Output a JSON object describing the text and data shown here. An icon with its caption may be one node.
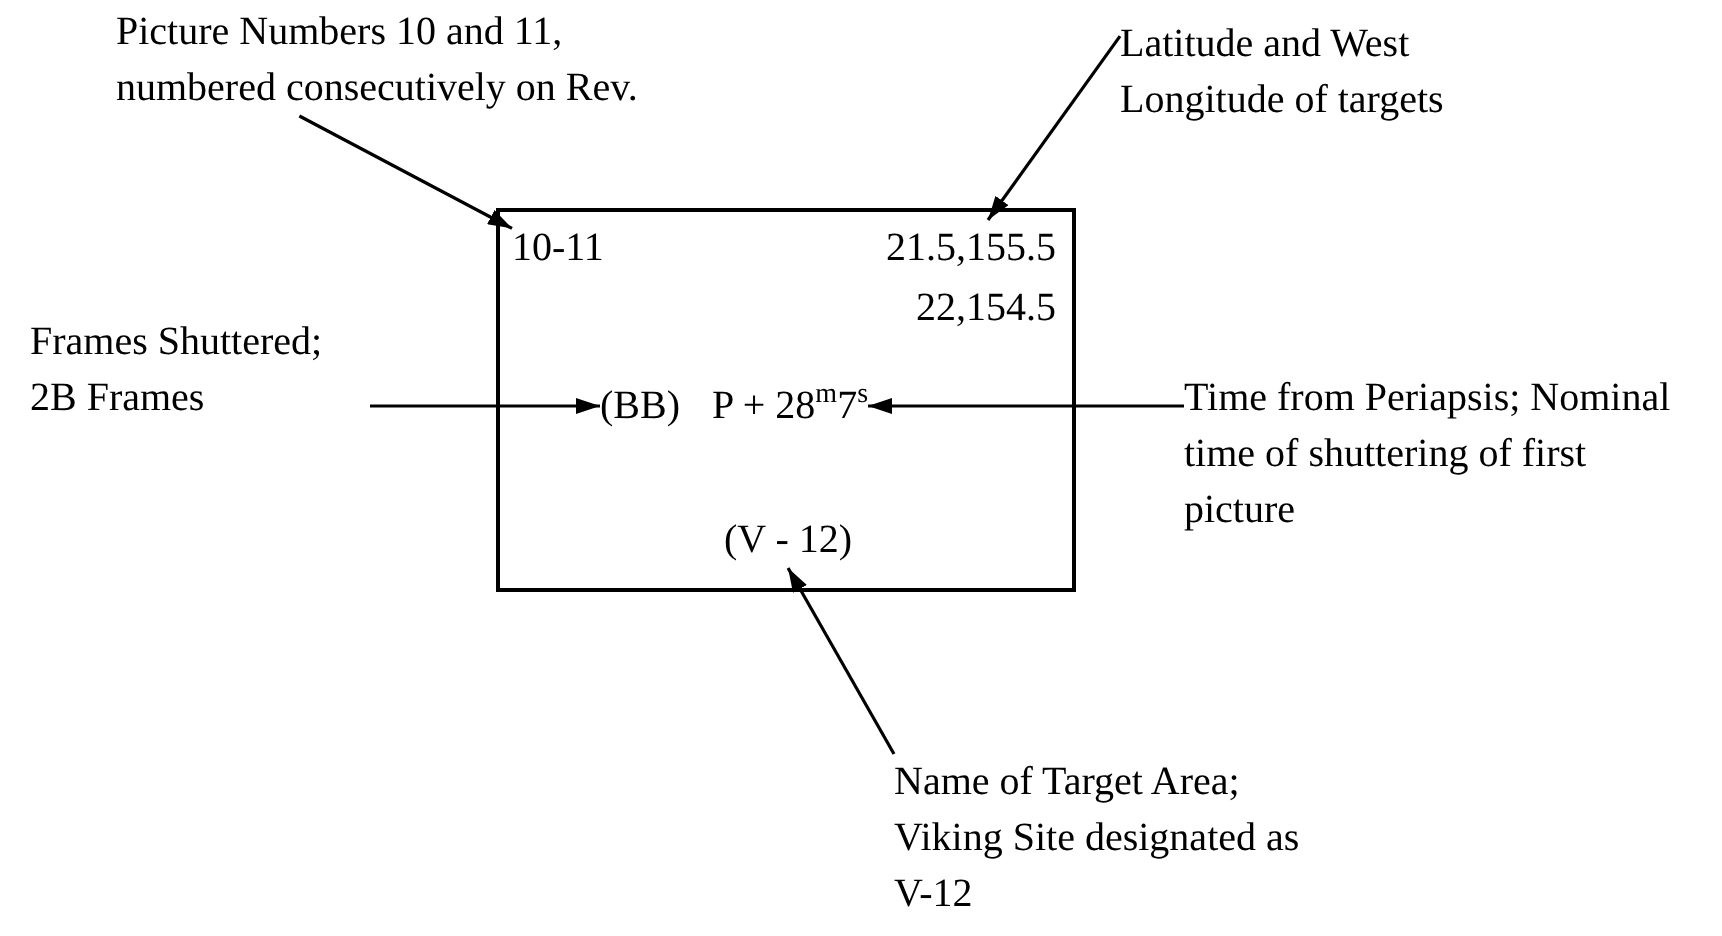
{
  "diagram": {
    "nodes": [
      {
        "text": [
          "Picture Numbers 10 and 11, numbered consecutively on Rev."
        ]
      },
      {
        "text": [
          "Latitude and West Longitude of targets"
        ]
      },
      {
        "text": [],
        "shape": "box"
      },
      {
        "text": [
          "10-11"
        ],
        "in": 2
      },
      {
        "text": [
          "21.5,155.5"
        ],
        "in": 2
      },
      {
        "text": [
          "22,154.5"
        ],
        "in": 2
      },
      {
        "text": [
          "Frames Shuttered; 2B Frames"
        ]
      },
      {
        "text": [
          "(BB)"
        ],
        "in": 2
      },
      {
        "text": [
          "P + 28$^{m}$7$^{s}$"
        ],
        "in": 2
      },
      {
        "text": [
          "Time from Periapsis; Nominal time of shuttering of first picture"
        ]
      },
      {
        "text": [
          "(V - 12)"
        ],
        "in": 2
      },
      {
        "text": [
          "Name of Target Area; Viking Site designated as V-12"
        ]
      }
    ],
    "edges": [
      {
        "from": 0,
        "to": 3,
        "arrow": "to"
      },
      {
        "from": 1,
        "to": 4,
        "arrow": "to"
      },
      {
        "from": 6,
        "to": 7,
        "arrow": "to"
      },
      {
        "from": 9,
        "to": 8,
        "arrow": "to"
      },
      {
        "from": 11,
        "to": 10,
        "arrow": "to"
      }
    ]
  }
}
